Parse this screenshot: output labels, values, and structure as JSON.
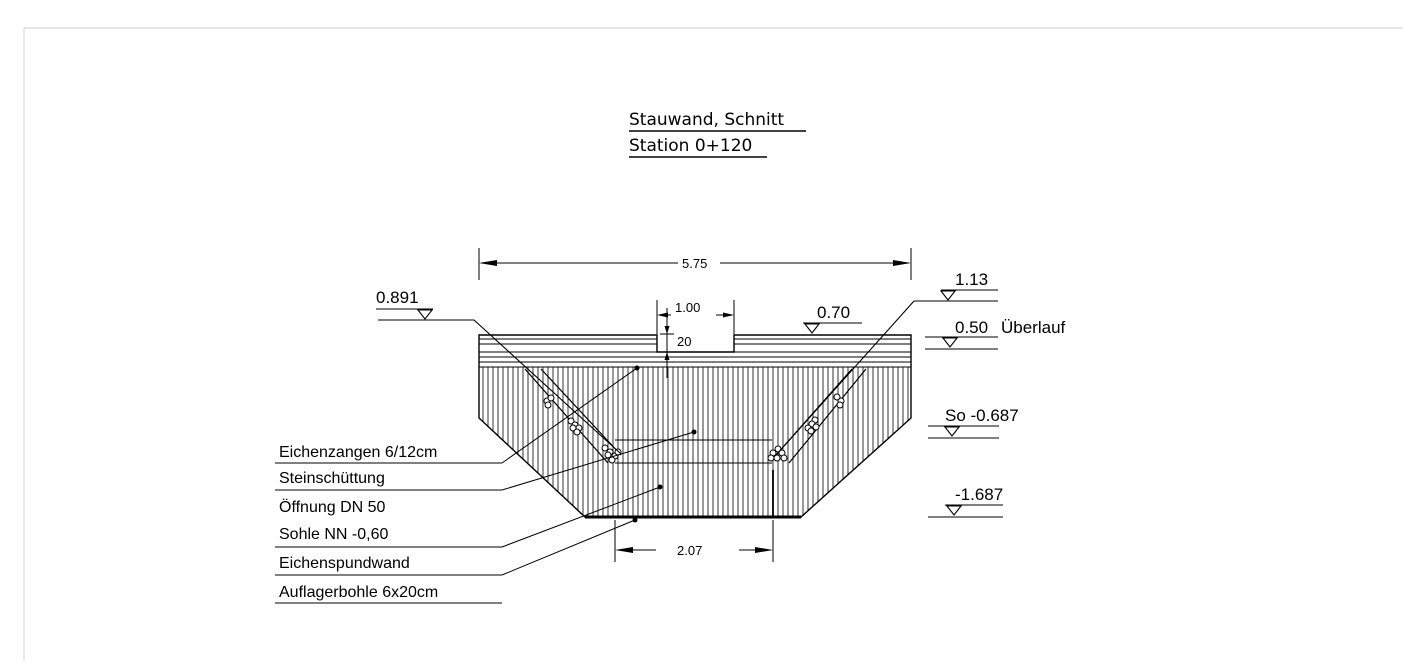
{
  "title": {
    "line1": "Stauwand, Schnitt",
    "line2": "Station 0+120"
  },
  "dimensions": {
    "top_width": "5.75",
    "notch_width": "1.00",
    "notch_depth": "20",
    "bottom_width": "2.07"
  },
  "levels": {
    "left_top": "0.891",
    "notch_edge": "0.70",
    "right_top": "1.13",
    "overflow_value": "0.50",
    "overflow_label": "Überlauf",
    "so": "So -0.687",
    "bottom": "-1.687"
  },
  "callouts": [
    "Eichenzangen 6/12cm",
    "Steinschüttung",
    "Öffnung DN 50",
    "Sohle NN -0,60",
    "Eichenspundwand",
    "Auflagerbohle 6x20cm"
  ],
  "colors": {
    "line": "#000000",
    "frame": "#d8d8d8",
    "background": "#ffffff"
  }
}
